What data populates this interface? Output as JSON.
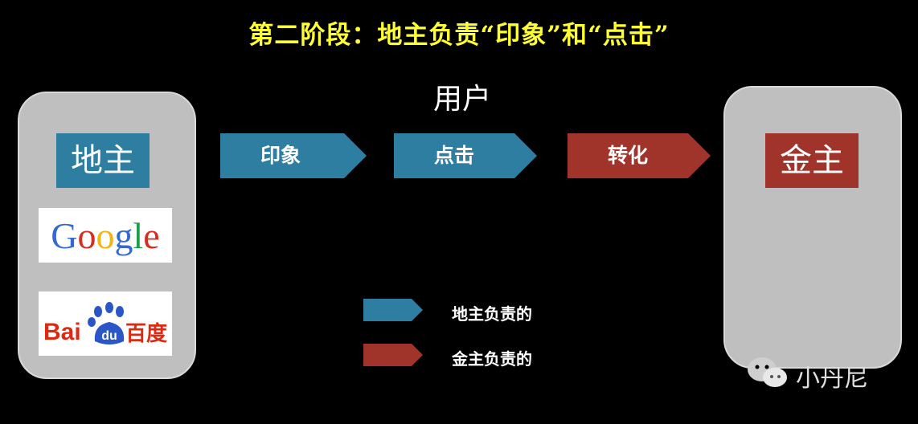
{
  "title": "第二阶段：地主负责“印象”和“点击”",
  "user_label": "用户",
  "landlord": {
    "label": "地主",
    "color": "#2e7ea2"
  },
  "advertiser": {
    "label": "金主",
    "color": "#a0342a"
  },
  "logos": {
    "google": {
      "text": "Google"
    },
    "baidu": {
      "text_latin_1": "Bai",
      "text_paw": "du",
      "text_cn": "百度"
    }
  },
  "flow": [
    {
      "label": "印象",
      "owner": "landlord"
    },
    {
      "label": "点击",
      "owner": "landlord"
    },
    {
      "label": "转化",
      "owner": "advertiser"
    }
  ],
  "legend": [
    {
      "label": "地主负责的",
      "color": "#2e7ea2"
    },
    {
      "label": "金主负责的",
      "color": "#a0342a"
    }
  ],
  "watermark": {
    "text": "小丹尼",
    "icon": "wechat-icon"
  }
}
